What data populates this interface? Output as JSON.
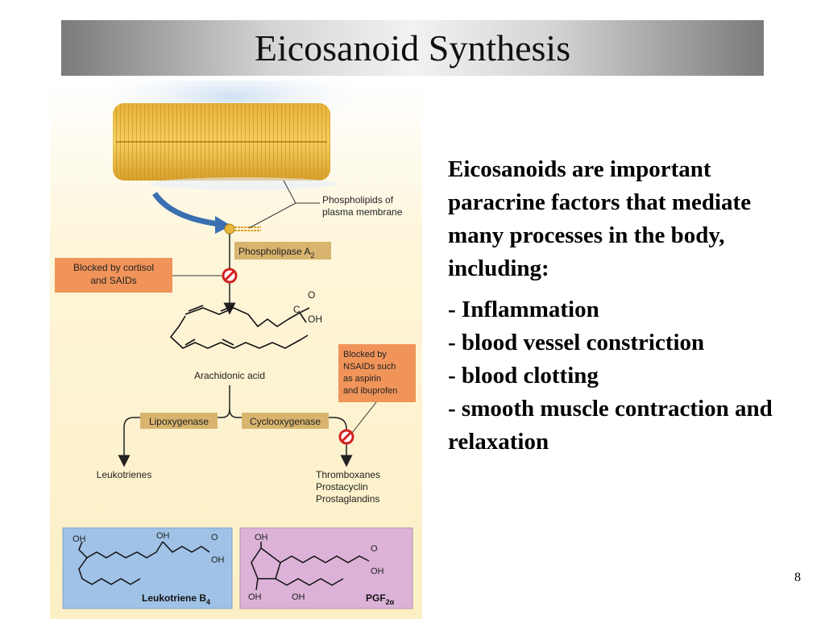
{
  "slide": {
    "title": "Eicosanoid Synthesis",
    "number": "8"
  },
  "body": {
    "intro": "Eicosanoids are important paracrine factors that mediate many processes in the body, including:",
    "bullets": [
      "- Inflammation",
      "- blood vessel constriction",
      "- blood clotting",
      "- smooth muscle contraction and relaxation"
    ]
  },
  "figure": {
    "membrane_label_1": "Phospholipids of",
    "membrane_label_2": "plasma membrane",
    "enzyme_pla2": "Phospholipase A",
    "enzyme_pla2_sub": "2",
    "blocked_cortisol_1": "Blocked by cortisol",
    "blocked_cortisol_2": "and SAIDs",
    "arachidonic_acid": "Arachidonic acid",
    "blocked_nsaids": [
      "Blocked by",
      "NSAIDs such",
      "as aspirin",
      "and ibuprofen"
    ],
    "lipoxygenase": "Lipoxygenase",
    "cyclooxygenase": "Cyclooxygenase",
    "leukotrienes": "Leukotrienes",
    "cox_products": [
      "Thromboxanes",
      "Prostacyclin",
      "Prostaglandins"
    ],
    "leukotriene_b4": "Leukotriene B",
    "leukotriene_b4_sub": "4",
    "pgf2a": "PGF",
    "pgf2a_sub": "2α",
    "atom_o": "O",
    "atom_oh": "OH",
    "atom_c": "C"
  },
  "colors": {
    "background_figure": "#fdf3cf",
    "enzyme_box": "#d8b46e",
    "blocked_box": "#f0945a",
    "lt_panel": "#9fc2e6",
    "pg_panel": "#dcb2d8",
    "inhibit_red": "#d42020"
  }
}
